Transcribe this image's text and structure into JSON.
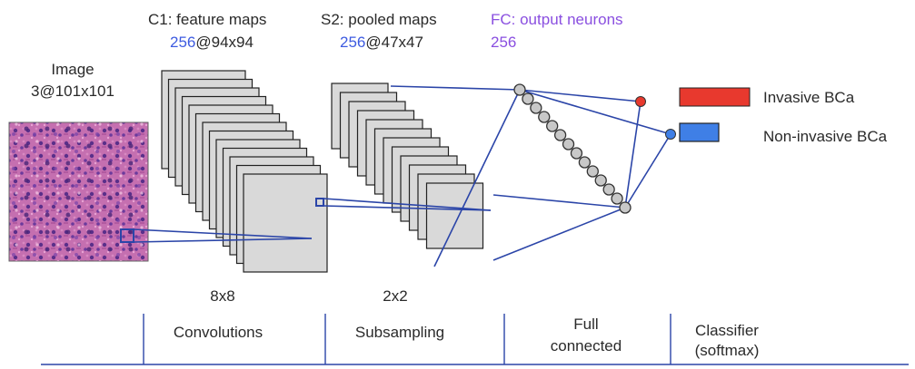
{
  "image_block": {
    "title": "Image",
    "dims": "3@101x101"
  },
  "c1": {
    "title": "C1: feature maps",
    "count": "256",
    "size": "@94x94"
  },
  "s2": {
    "title": "S2: pooled maps",
    "count": "256",
    "size": "@47x47"
  },
  "fc": {
    "title": "FC: output neurons",
    "count": "256"
  },
  "kernels": {
    "conv": "8x8",
    "pool": "2x2"
  },
  "stages": [
    {
      "label": "Convolutions"
    },
    {
      "label": "Subsampling"
    },
    {
      "label": "Full\nconnected"
    },
    {
      "label": "Classifier\n(softmax)"
    }
  ],
  "legend": [
    {
      "label": "Invasive BCa",
      "color": "#e8392e"
    },
    {
      "label": "Non-invasive BCa",
      "color": "#3f7fe6"
    }
  ],
  "colors": {
    "line": "#2b45a8",
    "map_fill": "#d9d9d9",
    "neuron_fill": "#c8c8c8",
    "blue_text": "#3d5be0",
    "purple_text": "#8a4fe0"
  }
}
